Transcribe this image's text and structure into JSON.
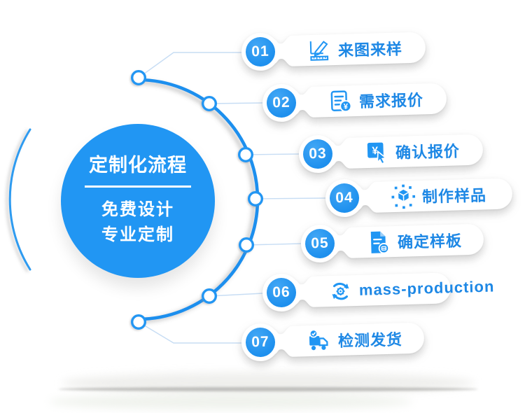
{
  "center": {
    "title": "定制化流程",
    "subtitle_line1": "免费设计",
    "subtitle_line2": "专业定制"
  },
  "steps": [
    {
      "number": "01",
      "label": "来图来样",
      "icon": "drawing-sample-icon"
    },
    {
      "number": "02",
      "label": "需求报价",
      "icon": "quote-document-icon"
    },
    {
      "number": "03",
      "label": "确认报价",
      "icon": "confirm-price-icon"
    },
    {
      "number": "04",
      "label": "制作样品",
      "icon": "make-sample-icon"
    },
    {
      "number": "05",
      "label": "确定样板",
      "icon": "confirm-template-icon"
    },
    {
      "number": "06",
      "label": "mass-production",
      "icon": "mass-production-icon"
    },
    {
      "number": "07",
      "label": "检测发货",
      "icon": "inspect-ship-icon"
    }
  ],
  "colors": {
    "primary": "#2196f3",
    "arc": "#1e8fee",
    "connector_line": "#c7ddf4",
    "label_text": "#1e88e5",
    "background": "#ffffff"
  }
}
